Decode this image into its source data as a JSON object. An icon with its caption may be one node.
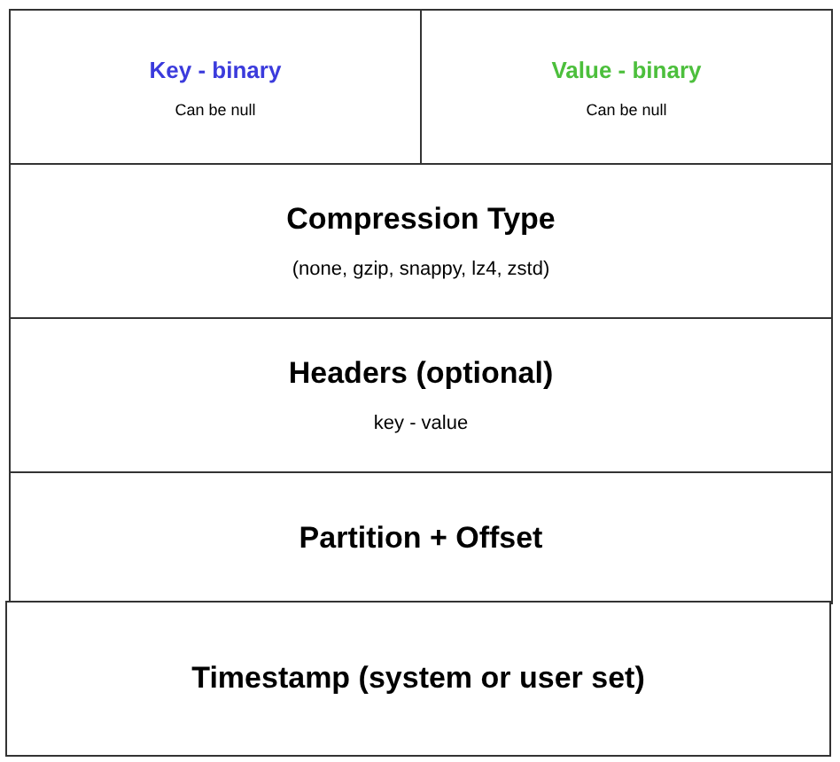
{
  "diagram": {
    "nodes": [
      {
        "text": [
          "Key - binary",
          "Can be null"
        ]
      },
      {
        "text": [
          "Value - binary",
          "Can be null"
        ]
      },
      {
        "text": [
          "Compression Type",
          "(none, gzip, snappy, lz4, zstd)"
        ]
      },
      {
        "text": [
          "Headers (optional)",
          "key - value"
        ]
      },
      {
        "text": [
          "Partition + Offset"
        ]
      },
      {
        "text": [
          "Timestamp (system or user set)"
        ]
      }
    ]
  }
}
